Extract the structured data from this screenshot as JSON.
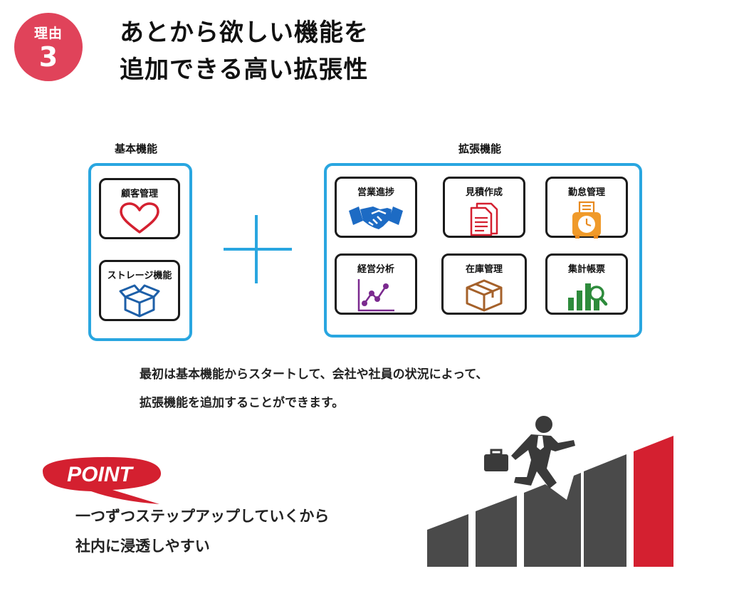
{
  "badge": {
    "label": "理由",
    "number": "3"
  },
  "headline": {
    "line1": "あとから欲しい機能を",
    "line2": "追加できる高い拡張性"
  },
  "basic": {
    "label": "基本機能",
    "items": [
      {
        "label": "顧客管理",
        "icon": "heart-icon"
      },
      {
        "label": "ストレージ機能",
        "icon": "box-icon"
      }
    ]
  },
  "extended": {
    "label": "拡張機能",
    "items": [
      {
        "label": "営業進捗",
        "icon": "handshake-icon"
      },
      {
        "label": "見積作成",
        "icon": "document-icon"
      },
      {
        "label": "勤怠管理",
        "icon": "timecard-clock-icon"
      },
      {
        "label": "経営分析",
        "icon": "line-chart-icon"
      },
      {
        "label": "在庫管理",
        "icon": "cardboard-box-icon"
      },
      {
        "label": "集計帳票",
        "icon": "bar-chart-magnifier-icon"
      }
    ]
  },
  "description": {
    "line1": "最初は基本機能からスタートして、会社や社員の状況によって、",
    "line2": "拡張機能を追加することができます。"
  },
  "point": {
    "label": "POINT",
    "line1": "一つずつステップアップしていくから",
    "line2": "社内に浸透しやすい"
  },
  "colors": {
    "accent_red": "#e0435a",
    "frame_blue": "#29a6e0",
    "step_gray": "#4a4a4a",
    "step_red": "#d42030"
  }
}
